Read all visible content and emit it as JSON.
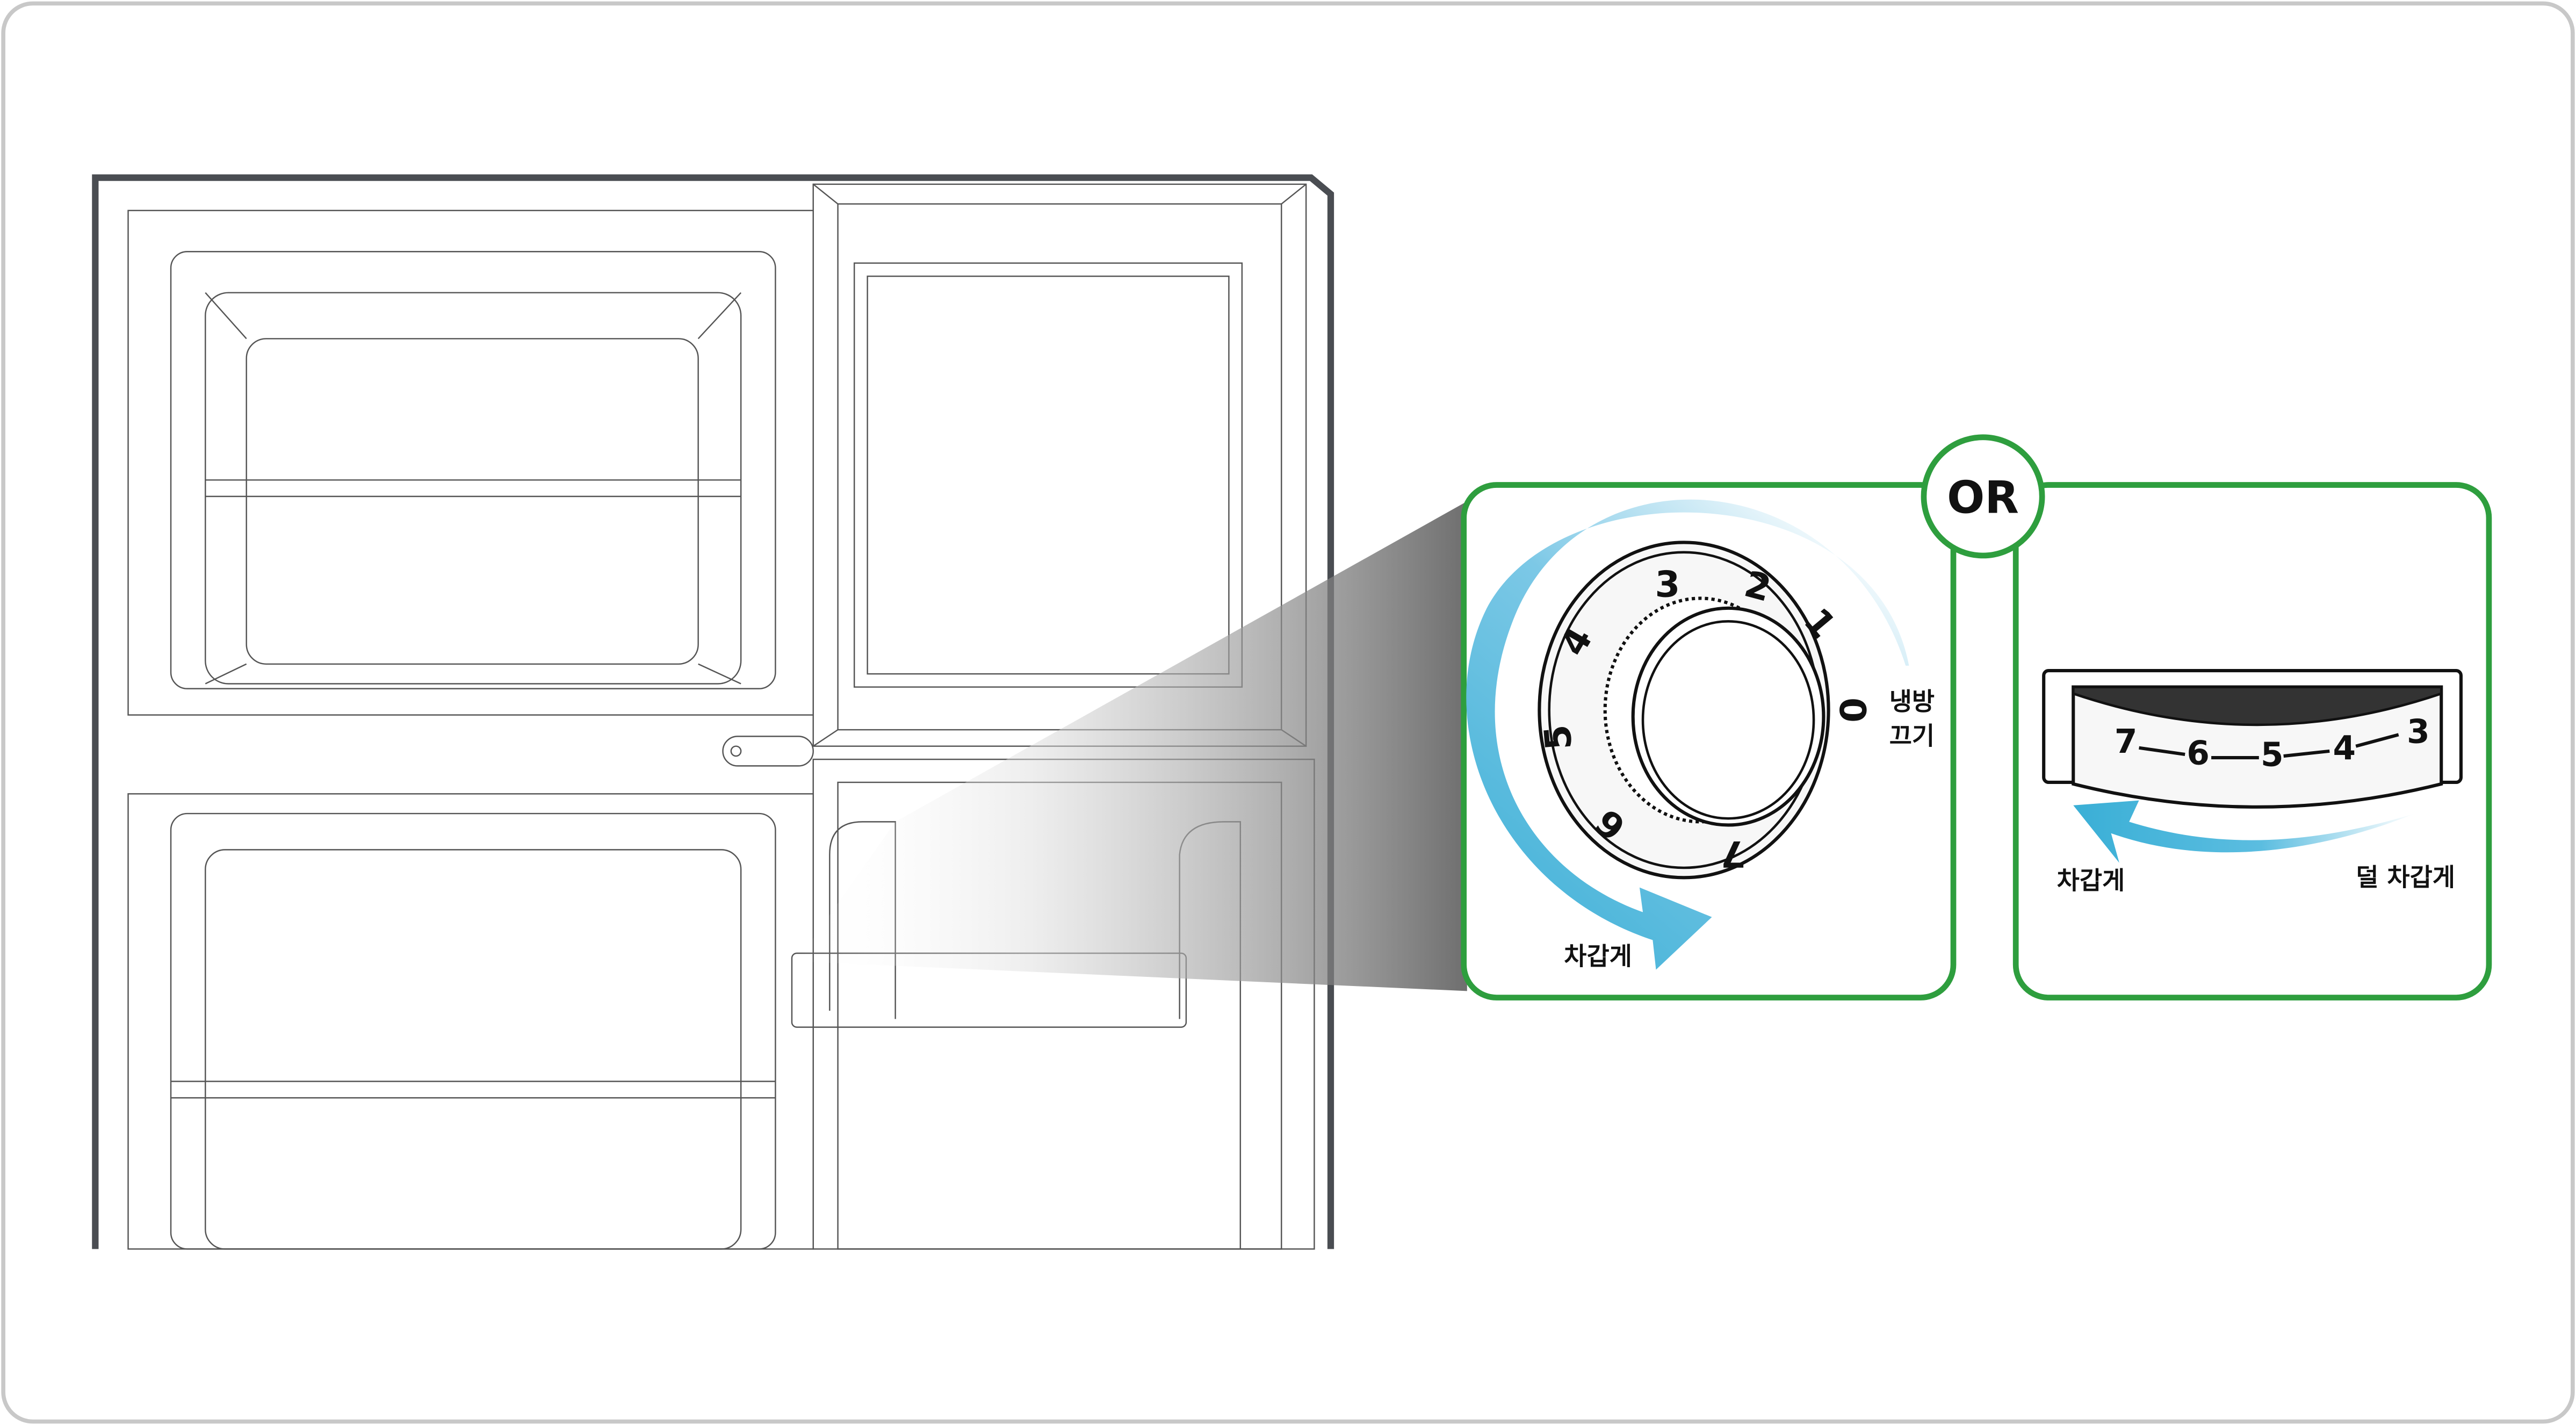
{
  "colors": {
    "frame": "#c8c8c8",
    "panel_border": "#2e9e3e",
    "arrow": "#3aafd6",
    "fridge_line": "#4a4d52"
  },
  "or_label": "OR",
  "dial": {
    "numbers": [
      "0",
      "1",
      "2",
      "3",
      "4",
      "5",
      "6",
      "7"
    ],
    "off_label_line1": "냉방",
    "off_label_line2": "끄기",
    "arrow_label": "차갑게"
  },
  "slider": {
    "numbers": [
      "7",
      "6",
      "5",
      "4",
      "3"
    ],
    "colder_label": "차갑게",
    "less_cold_label": "덜 차갑게"
  }
}
